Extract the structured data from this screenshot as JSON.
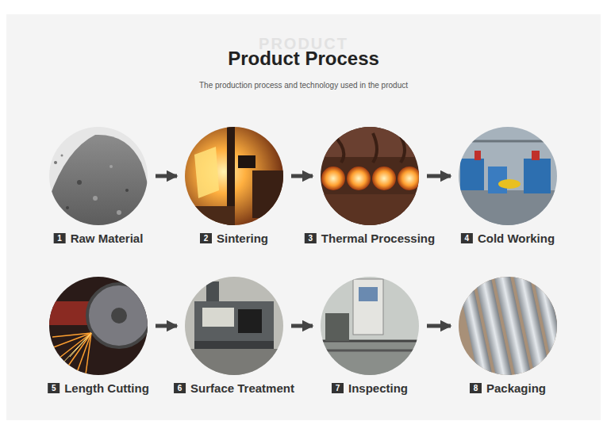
{
  "diagram": {
    "title": "Product Process",
    "caption": "The production process and technology used in the product",
    "nodes": [
      {
        "text": [
          "1",
          "Raw Material"
        ]
      },
      {
        "text": [
          "2",
          "Sintering"
        ]
      },
      {
        "text": [
          "3",
          "Thermal Processing"
        ]
      },
      {
        "text": [
          "4",
          "Cold Working"
        ]
      },
      {
        "text": [
          "5",
          "Length Cutting"
        ]
      },
      {
        "text": [
          "6",
          "Surface Treatment"
        ]
      },
      {
        "text": [
          "7",
          "Inspecting"
        ]
      },
      {
        "text": [
          "8",
          "Packaging"
        ]
      }
    ],
    "edges": [
      {
        "from": 0,
        "to": 1,
        "arrow": "to"
      },
      {
        "from": 1,
        "to": 2,
        "arrow": "to"
      },
      {
        "from": 2,
        "to": 3,
        "arrow": "to"
      },
      {
        "from": 4,
        "to": 5,
        "arrow": "to"
      },
      {
        "from": 5,
        "to": 6,
        "arrow": "to"
      },
      {
        "from": 6,
        "to": 7,
        "arrow": "to"
      }
    ],
    "labels": [
      "PRODUCT"
    ]
  }
}
